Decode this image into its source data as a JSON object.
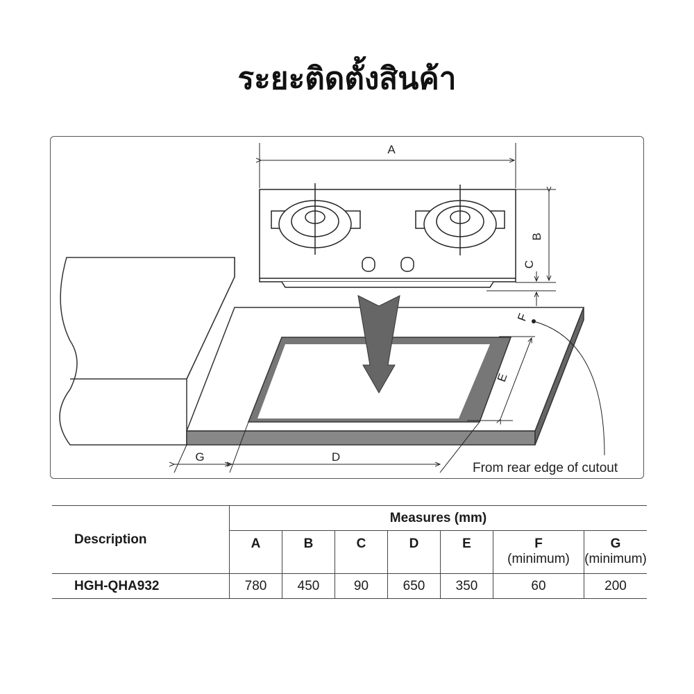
{
  "title": "ระยะติดตั้งสินค้า",
  "diagram": {
    "labels": {
      "A": "A",
      "B": "B",
      "C": "C",
      "D": "D",
      "E": "E",
      "F": "F",
      "G": "G"
    },
    "note": "From rear edge of cutout"
  },
  "table": {
    "description_header": "Description",
    "measures_header": "Measures (mm)",
    "columns": [
      {
        "label": "A",
        "sub": ""
      },
      {
        "label": "B",
        "sub": ""
      },
      {
        "label": "C",
        "sub": ""
      },
      {
        "label": "D",
        "sub": ""
      },
      {
        "label": "E",
        "sub": ""
      },
      {
        "label": "F",
        "sub": "(minimum)"
      },
      {
        "label": "G",
        "sub": "(minimum)"
      }
    ],
    "rows": [
      {
        "model": "HGH-QHA932",
        "values": [
          "780",
          "450",
          "90",
          "650",
          "350",
          "60",
          "200"
        ]
      }
    ]
  }
}
